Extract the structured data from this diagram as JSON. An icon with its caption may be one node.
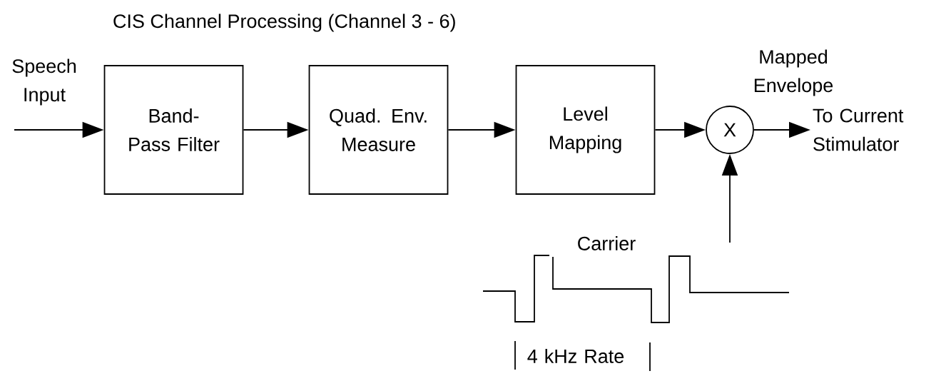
{
  "diagram": {
    "title": "CIS Channel Processing (Channel 3 - 6)",
    "nodes": [
      {
        "text": [
          "Band-Pass Filter"
        ]
      },
      {
        "text": [
          "Quad. Env. Measure"
        ]
      },
      {
        "text": [
          "Level Mapping"
        ]
      },
      {
        "text": [
          "X"
        ]
      },
      {
        "text": [
          "To Current Stimulator"
        ]
      }
    ],
    "edges": [
      {
        "from": null,
        "to": 0,
        "arrow": "to",
        "label": "Speech Input"
      },
      {
        "from": 0,
        "to": 1,
        "arrow": "to"
      },
      {
        "from": 1,
        "to": 2,
        "arrow": "to"
      },
      {
        "from": 2,
        "to": 3,
        "arrow": "to"
      },
      {
        "from": 3,
        "to": 4,
        "arrow": "to"
      },
      {
        "from": null,
        "to": 3,
        "arrow": "to"
      }
    ],
    "labels": [
      "Mapped Envelope",
      "Carrier",
      "4 kHz Rate"
    ]
  }
}
